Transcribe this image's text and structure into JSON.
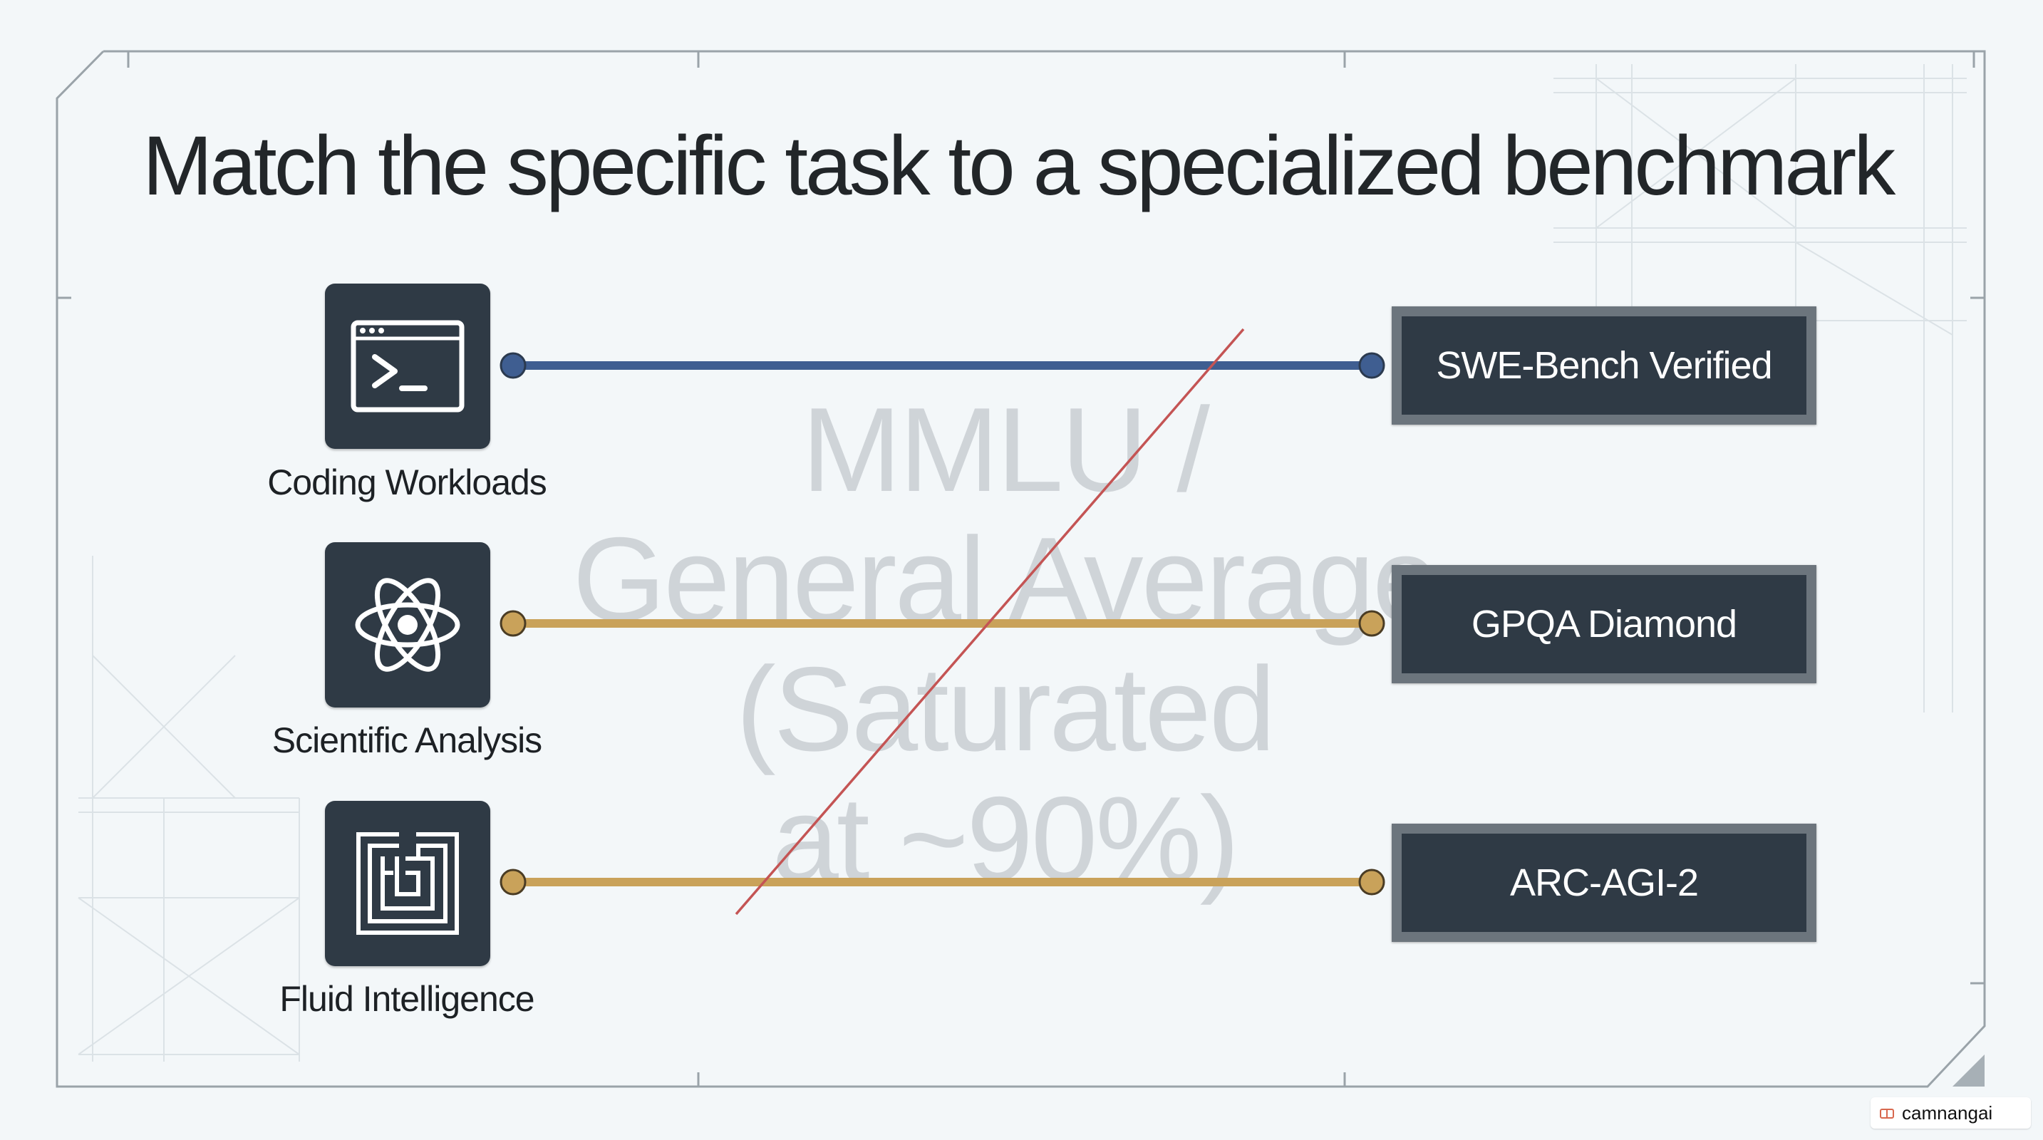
{
  "title": "Match the specific task to a specialized benchmark",
  "watermark": {
    "lines": [
      "MMLU /",
      "General Average",
      "(Saturated",
      "at ~90%)"
    ]
  },
  "tasks": [
    {
      "label": "Coding Workloads",
      "icon": "terminal-icon",
      "benchmark": "SWE-Bench Verified",
      "connector_color": "#3f5e91"
    },
    {
      "label": "Scientific Analysis",
      "icon": "atom-icon",
      "benchmark": "GPQA Diamond",
      "connector_color": "#c9a25a"
    },
    {
      "label": "Fluid Intelligence",
      "icon": "maze-icon",
      "benchmark": "ARC-AGI-2",
      "connector_color": "#c9a25a"
    }
  ],
  "strike_line_color": "#c45454",
  "colors": {
    "icon_tile": "#2f3a45",
    "bench_border": "#6c757d",
    "background": "#f3f7f9"
  },
  "badge": {
    "text": "camnangai",
    "icon": "logo-icon"
  }
}
